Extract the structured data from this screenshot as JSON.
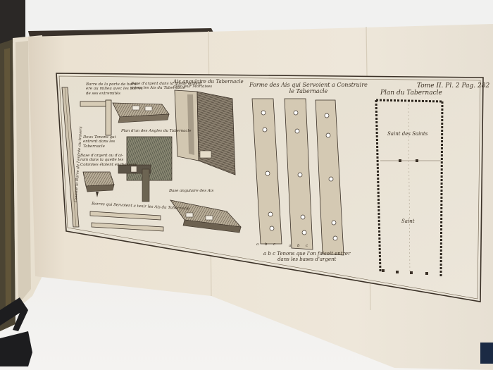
{
  "plate": {
    "page_ref": "Tome II. Pl. 2 Pag. 282",
    "labels": {
      "barres_porte": [
        "Barre de la porte de barri-",
        "ere au milieu avec les barres",
        "de ses extremités"
      ],
      "base_argent": [
        "Base d'argent dans la quelle étoient",
        "mises les Ais du Tabernacle"
      ],
      "ais_angulaire": [
        "Ais angulaire du Tabernacle",
        "avec leur Mortaises"
      ],
      "forme_ais": [
        "Forme des Ais qui Servoient a Construire",
        "le Tabernacle"
      ],
      "plan_tabernacle": "Plan du Tabernacle",
      "deux_tenons": [
        "Deux Tenons qui",
        "entrent dans les",
        "Tabernacle"
      ],
      "plan_angles": "Plan d'un des Angles du Tabernacle",
      "base_argent_colonnes": [
        "Base d'argent ou d'ai-",
        "rain dans la quelle les",
        "Colonnes étoient enchassees"
      ],
      "base_angulaire": "Base angulaire des Ais",
      "barres_vertical": "Comme la Barre de l'entrée au travers",
      "barres_bottom": "Barres qui Servoient a tenir les Ais du Tabernacle",
      "tenons_caption": [
        "a b c Tenons que l'on faisoit entrer",
        "dans les bases d'argent"
      ],
      "abc_marks": [
        "a",
        "b",
        "c",
        "a",
        "b",
        "c"
      ],
      "saint_des_saints": "Saint des Saints",
      "saint": "Saint"
    }
  }
}
